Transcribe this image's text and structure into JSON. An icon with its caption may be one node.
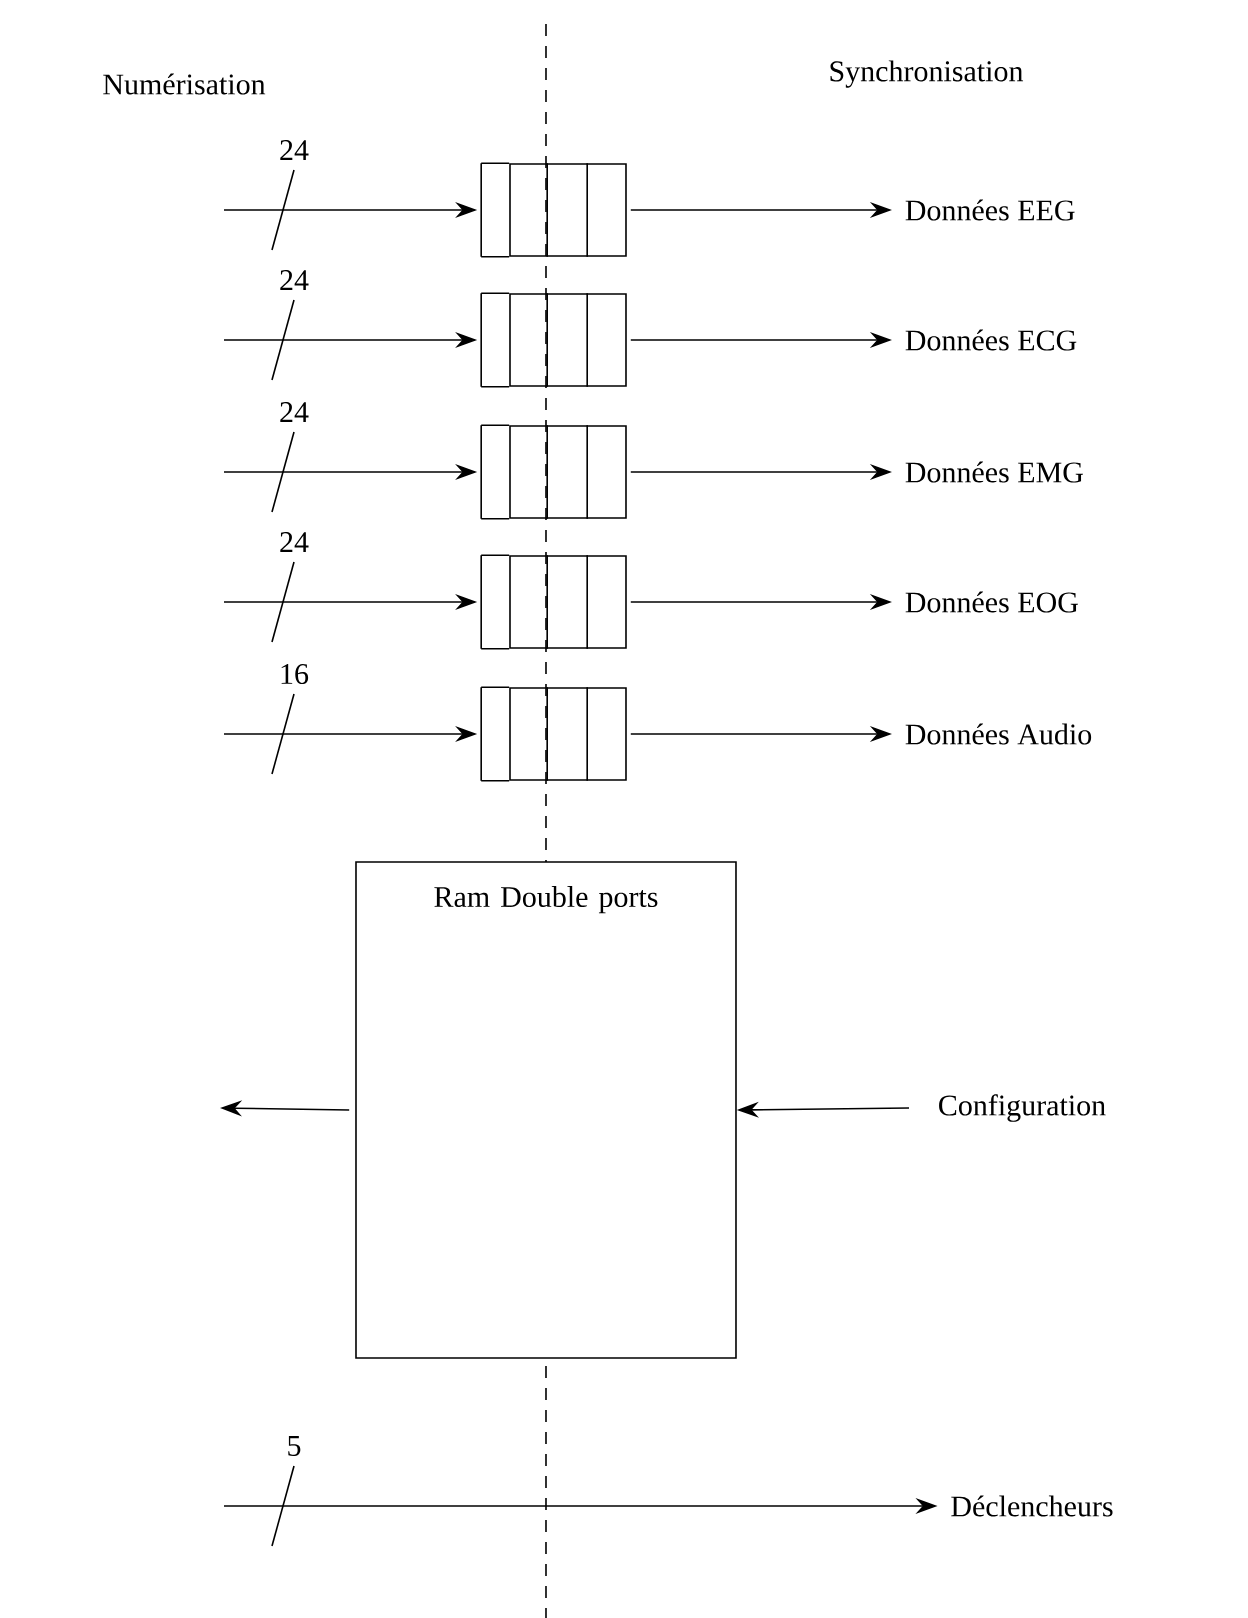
{
  "diagram": {
    "nodes": [
      {
        "text": [],
        "shape": "box"
      },
      {
        "text": [],
        "shape": "box"
      },
      {
        "text": [],
        "shape": "box"
      },
      {
        "text": [],
        "shape": "box"
      },
      {
        "text": [],
        "shape": "box"
      },
      {
        "text": [
          "Données EEG"
        ]
      },
      {
        "text": [
          "Données ECG"
        ]
      },
      {
        "text": [
          "Données EMG"
        ]
      },
      {
        "text": [
          "Données EOG"
        ]
      },
      {
        "text": [
          "Données Audio"
        ]
      },
      {
        "text": [
          "Ram Double ports"
        ]
      },
      {
        "text": [
          "Configuration"
        ]
      },
      {
        "text": [
          "Déclencheurs"
        ]
      }
    ],
    "edges": [
      {
        "from": null,
        "to": 0,
        "arrow": "to",
        "label": "24"
      },
      {
        "from": null,
        "to": 1,
        "arrow": "to",
        "label": "24"
      },
      {
        "from": null,
        "to": 2,
        "arrow": "to",
        "label": "24"
      },
      {
        "from": null,
        "to": 3,
        "arrow": "to",
        "label": "24"
      },
      {
        "from": null,
        "to": 4,
        "arrow": "to",
        "label": "16"
      },
      {
        "from": 0,
        "to": 5,
        "arrow": "to"
      },
      {
        "from": 1,
        "to": 6,
        "arrow": "to"
      },
      {
        "from": 2,
        "to": 7,
        "arrow": "to"
      },
      {
        "from": 3,
        "to": 8,
        "arrow": "to"
      },
      {
        "from": 4,
        "to": 9,
        "arrow": "to"
      },
      {
        "from": 10,
        "to": null,
        "arrow": "to"
      },
      {
        "from": 11,
        "to": 10,
        "arrow": "to"
      },
      {
        "from": null,
        "to": 12,
        "arrow": "to",
        "label": "5"
      }
    ],
    "labels": [
      "Numérisation",
      "Synchronisation"
    ]
  }
}
